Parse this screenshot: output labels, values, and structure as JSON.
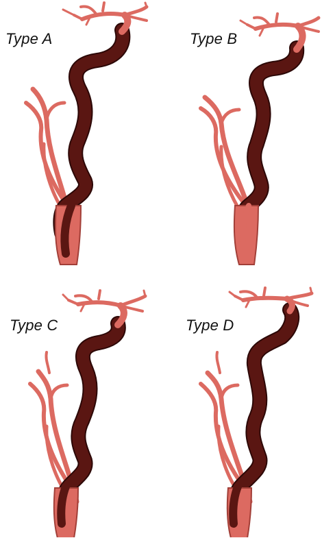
{
  "figure": {
    "panels": [
      {
        "id": "A",
        "label": "Type A"
      },
      {
        "id": "B",
        "label": "Type B"
      },
      {
        "id": "C",
        "label": "Type C"
      },
      {
        "id": "D",
        "label": "Type D"
      }
    ],
    "colors": {
      "artery_light": "#dc6a61",
      "artery_light_edge": "#a23f38",
      "artery_dark": "#5a1612",
      "artery_dark_edge": "#2c0807",
      "background": "#ffffff"
    }
  }
}
